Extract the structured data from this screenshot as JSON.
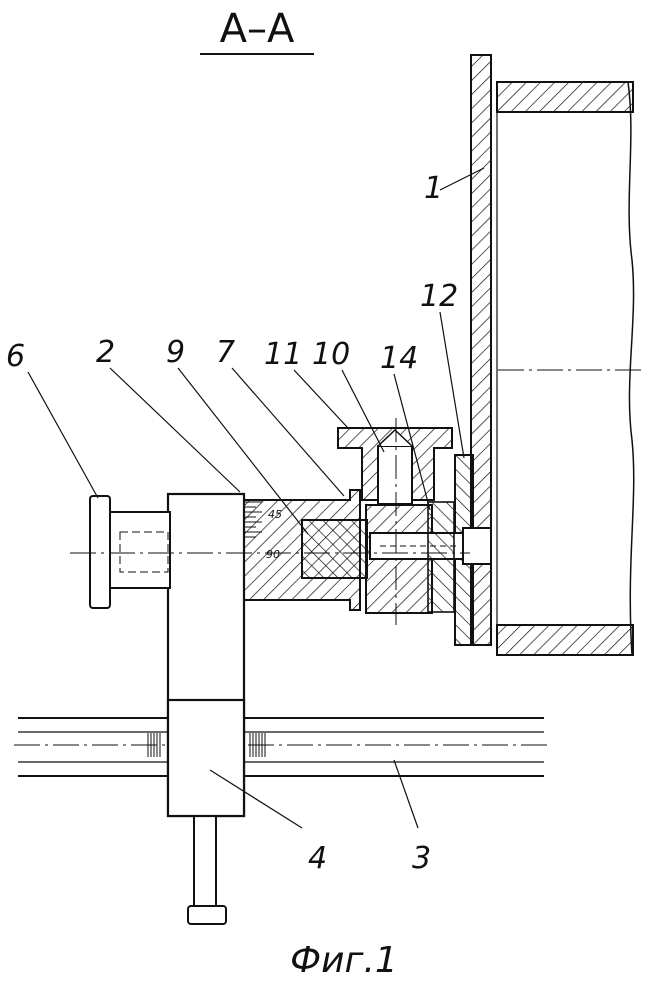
{
  "section_title": "A–A",
  "figure_caption": "Фиг.1",
  "part_labels": {
    "p1": "1",
    "p2": "2",
    "p3": "3",
    "p4": "4",
    "p6": "6",
    "p7": "7",
    "p9": "9",
    "p10": "10",
    "p11": "11",
    "p12": "12",
    "p14": "14"
  },
  "scale_marks": {
    "upper": "45",
    "lower": "90"
  },
  "colors": {
    "ink": "#111111",
    "paper": "#ffffff"
  }
}
